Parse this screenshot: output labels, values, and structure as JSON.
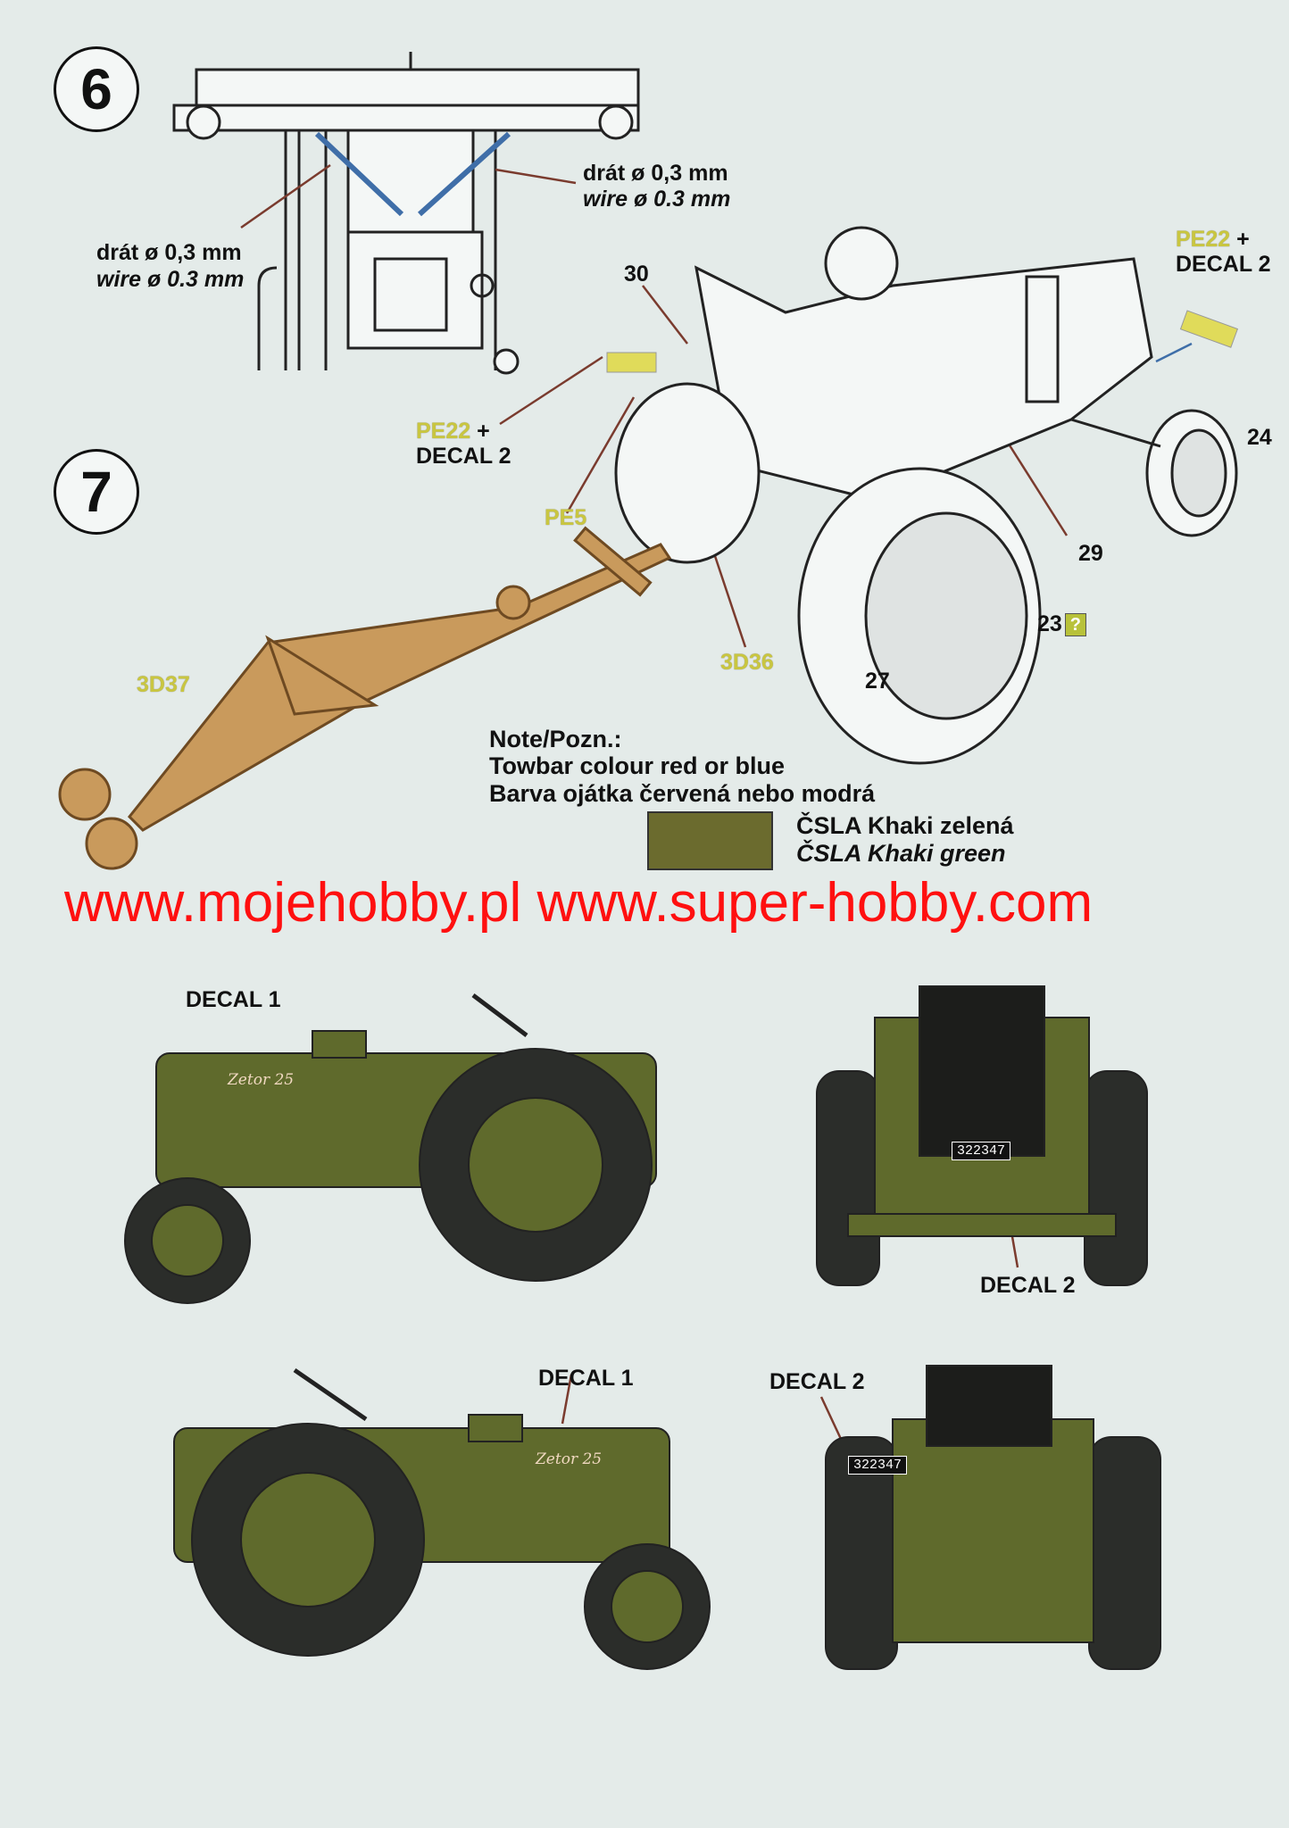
{
  "step6": {
    "number": "6",
    "wire_left_cz": "drát ø 0,3 mm",
    "wire_left_en": "wire ø 0.3 mm",
    "wire_right_cz": "drát ø 0,3 mm",
    "wire_right_en": "wire ø 0.3 mm"
  },
  "step7": {
    "number": "7",
    "part_30": "30",
    "pe22_right": "PE22",
    "plus_right": "+",
    "decal2_right": "DECAL 2",
    "pe22_left": "PE22",
    "plus_left": "+",
    "decal2_left": "DECAL 2",
    "pe5": "PE5",
    "part_24": "24",
    "part_29": "29",
    "part_23": "23",
    "part_23_badge": "?",
    "part_3d36": "3D36",
    "part_27": "27",
    "part_3d37": "3D37"
  },
  "note": {
    "title": "Note/Pozn.:",
    "line_en": "Towbar colour red or blue",
    "line_cz": "Barva ojátka červená nebo modrá"
  },
  "paint": {
    "swatch_color": "#6b6b2e",
    "name_cz": "ČSLA Khaki zelená",
    "name_en": "ČSLA Khaki green"
  },
  "watermark": "www.mojehobby.pl www.super-hobby.com",
  "profiles": {
    "side_right_decal": "DECAL 1",
    "front_decal": "DECAL 2",
    "side_left_decal": "DECAL 1",
    "rear_decal": "DECAL 2",
    "plate_front": "322347",
    "plate_rear": "322347",
    "logo_text": "Zetor 25"
  },
  "colors": {
    "khaki": "#5f6a2c",
    "tyre": "#2b2d2a",
    "towbar": "#c99a5c",
    "wire": "#3f6ea8",
    "arrow": "#7a3b2e"
  }
}
